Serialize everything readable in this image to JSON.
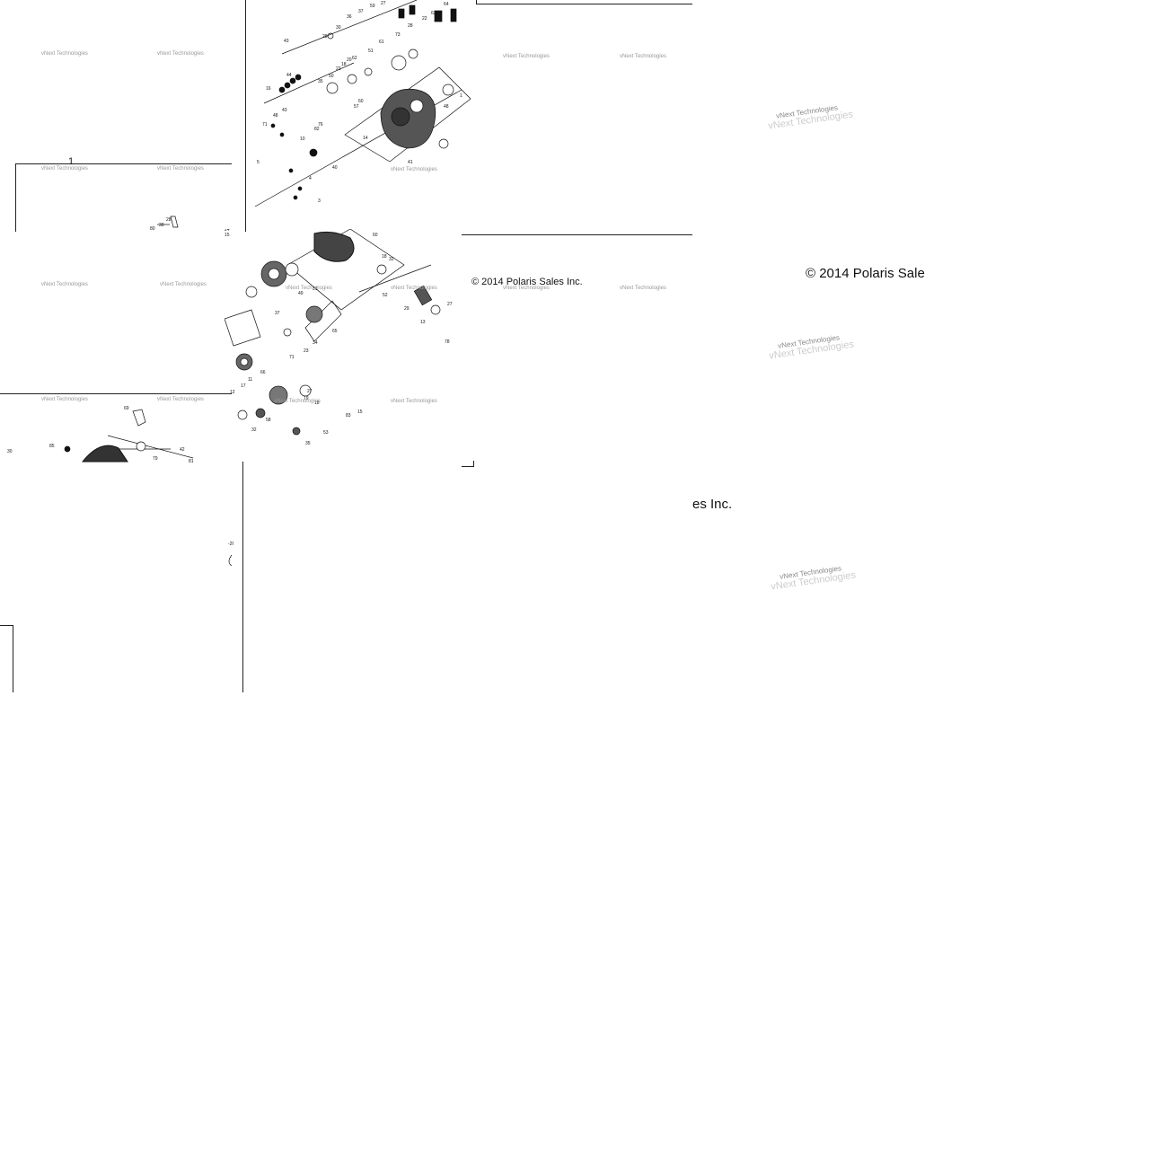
{
  "diagram": {
    "copyright": "© 2014 Polaris Sales Inc.",
    "copyright_partial_right": "© 2014 Polaris Sale",
    "copyright_partial_bottom": "es Inc.",
    "watermark": "vNext Technologies",
    "callouts": {
      "top": [
        "43",
        "28",
        "30",
        "35",
        "37",
        "59",
        "36",
        "27",
        "64",
        "41",
        "61",
        "51",
        "57",
        "35",
        "50",
        "22",
        "18",
        "20",
        "62",
        "73",
        "28",
        "18",
        "22",
        "62",
        "31",
        "24",
        "16",
        "60",
        "81",
        "31",
        "71",
        "82",
        "40",
        "10",
        "9",
        "4",
        "3",
        "5",
        "78"
      ],
      "left_tile": "1",
      "middle": [
        "24",
        "15",
        "60",
        "18",
        "32",
        "31",
        "49",
        "37",
        "65",
        "34",
        "23",
        "71",
        "66",
        "17",
        "11",
        "12",
        "53",
        "19",
        "58",
        "27",
        "18",
        "32",
        "83",
        "15",
        "35",
        "40",
        "37",
        "19"
      ],
      "bottom_left": [
        "69",
        "85",
        "30",
        "42",
        "79",
        "81",
        "26"
      ]
    }
  }
}
